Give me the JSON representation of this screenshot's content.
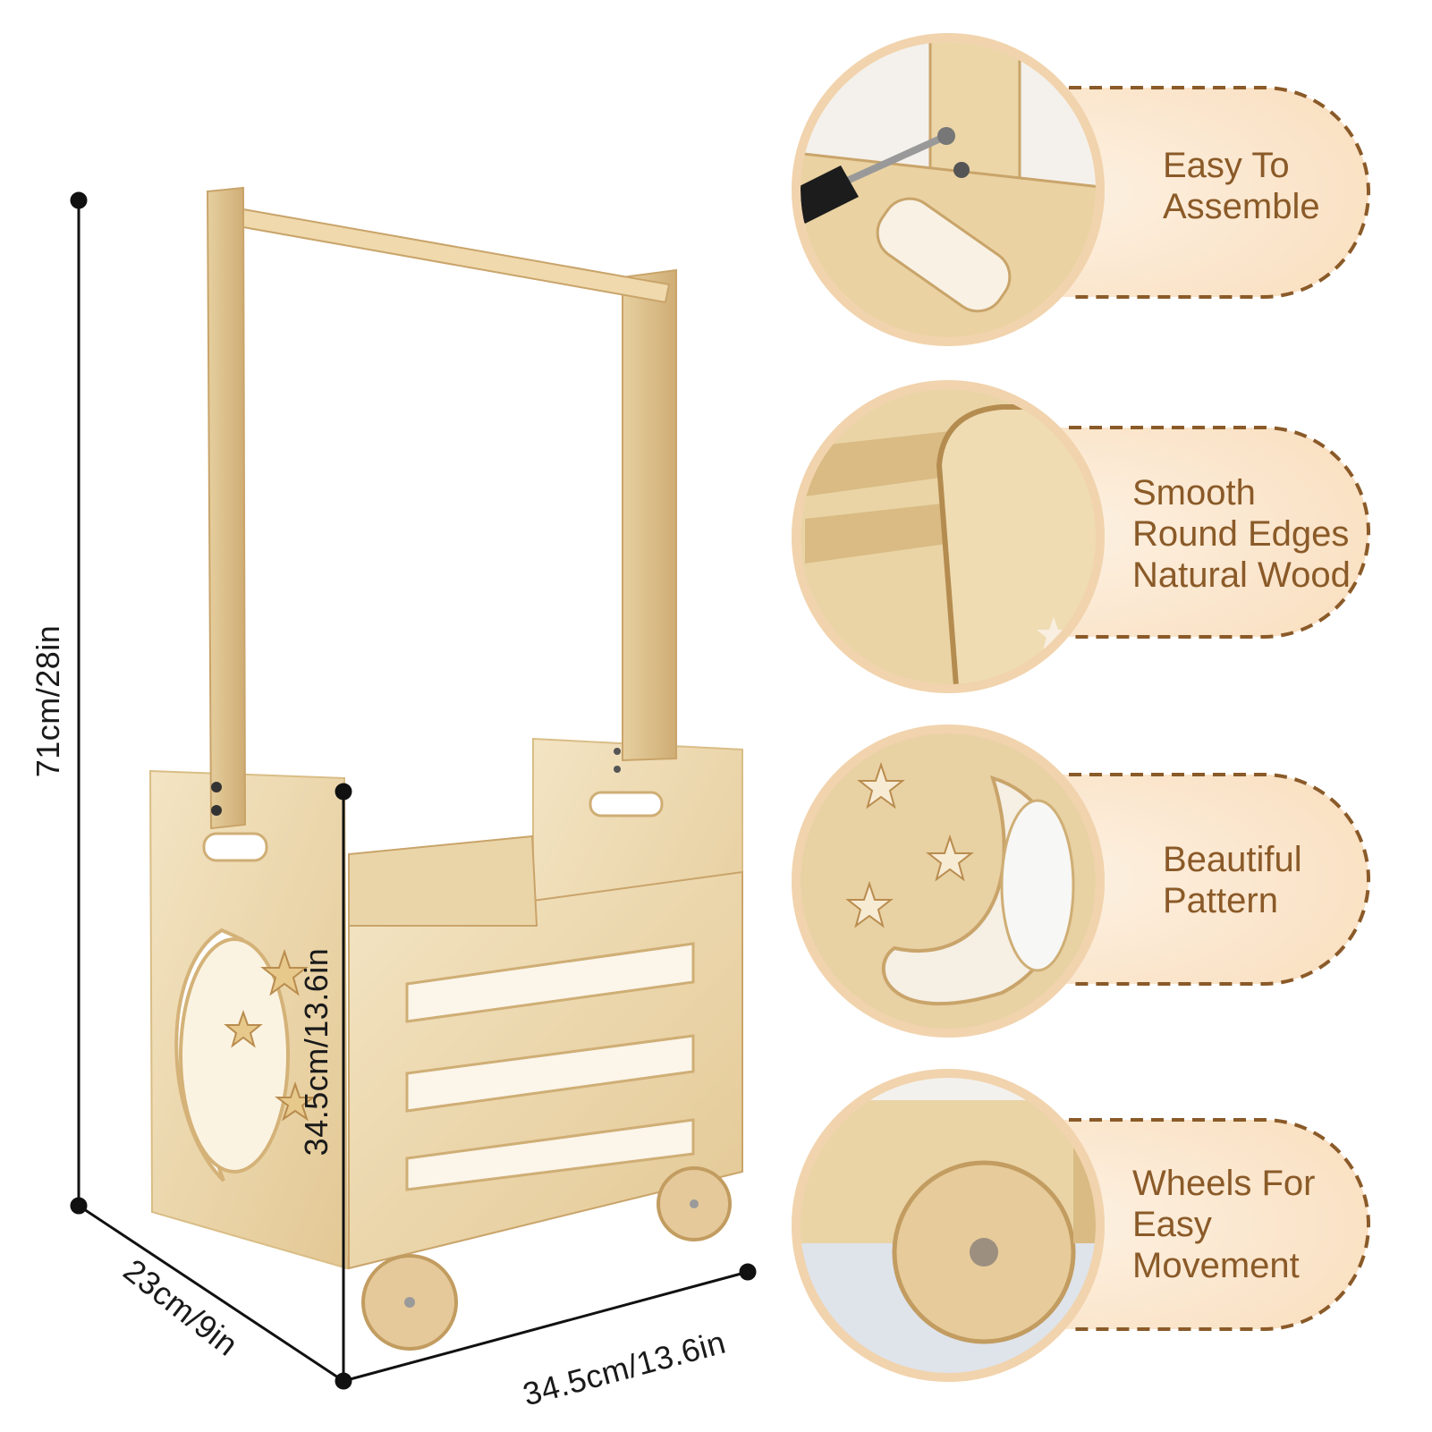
{
  "dimensions": {
    "height": "71cm/28in",
    "box_height": "34.5cm/13.6in",
    "depth": "23cm/9in",
    "width": "34.5cm/13.6in"
  },
  "features": [
    {
      "lines": [
        "Easy To",
        "Assemble"
      ]
    },
    {
      "lines": [
        "Smooth",
        "Round Edges",
        "Natural Wood"
      ]
    },
    {
      "lines": [
        "Beautiful",
        "Pattern"
      ]
    },
    {
      "lines": [
        "Wheels For",
        "Easy",
        "Movement"
      ]
    }
  ],
  "colors": {
    "wood_light": "#f2e2bf",
    "wood_mid": "#e6cc99",
    "wood_dark": "#c9a46a",
    "pill_bg": "#fbe7cf",
    "dash": "#8a5a28",
    "text_brown": "#8a5a28",
    "dimension_line": "#111111"
  }
}
